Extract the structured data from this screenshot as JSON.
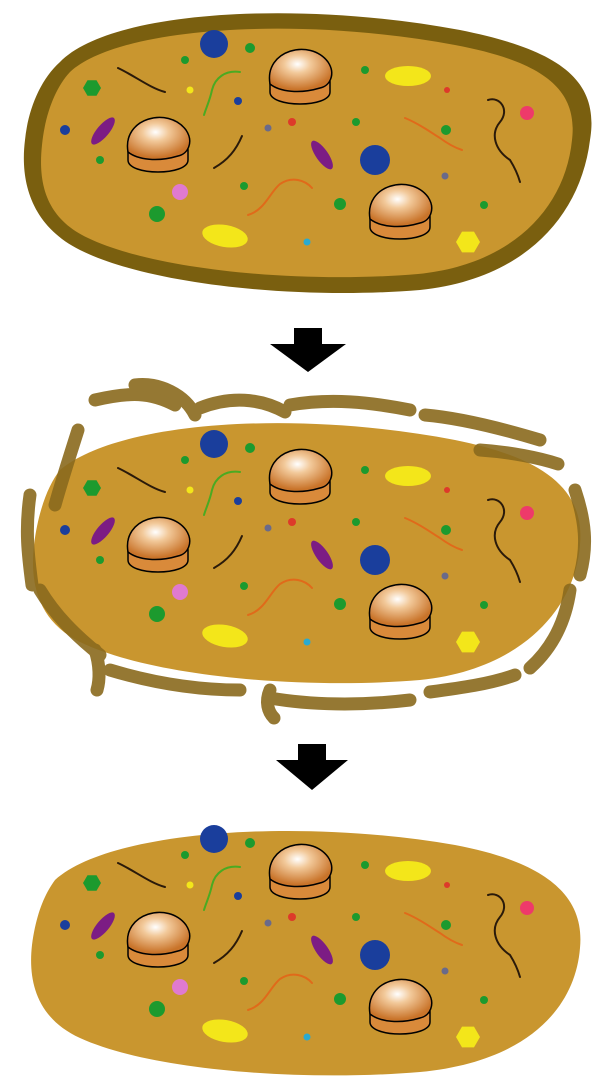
{
  "colors": {
    "cytoplasm": "#c9962f",
    "cell_wall": "#7a5f0f",
    "wall_fragment": "#8a6a1e",
    "arrow": "#000000",
    "ribosome": "#d98a3a",
    "ribosome_highlight": "#fbe6cf",
    "blue_granule": "#1a3e9c",
    "green_granule": "#1c9a2e",
    "yellow_granule": "#f3e61a",
    "purple_granule": "#7c1c84",
    "pink_granule": "#e07ad0",
    "red_granule": "#ee3a6a",
    "dna_dark": "#2a1a0a",
    "dna_orange": "#e06a1a",
    "dna_green": "#4aaa22"
  },
  "stages": [
    {
      "label": "",
      "wall": "intact"
    },
    {
      "label": "",
      "wall": "fragmenting"
    },
    {
      "label": "",
      "wall": "none"
    }
  ]
}
